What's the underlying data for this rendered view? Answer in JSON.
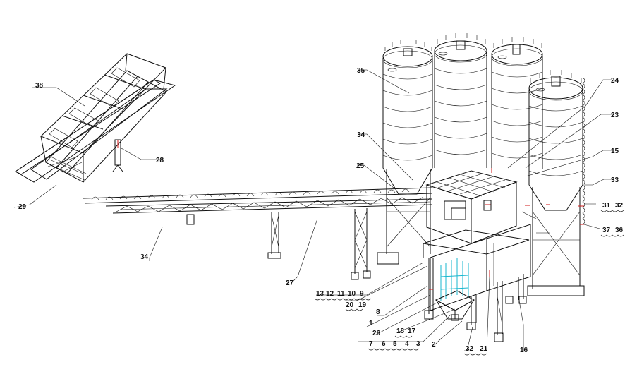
{
  "figure": {
    "callouts": {
      "c38": "38",
      "c28": "28",
      "c29": "29",
      "c34a": "34",
      "c35": "35",
      "c34b": "34",
      "c25": "25",
      "c24": "24",
      "c23": "23",
      "c15": "15",
      "c33": "33",
      "c31": "31",
      "c32a": "32",
      "c37": "37",
      "c36": "36",
      "c27": "27",
      "c13": "13",
      "c12": "12",
      "c11": "11",
      "c10": "10",
      "c9": "9",
      "c20": "20",
      "c19": "19",
      "c8": "8",
      "c1": "1",
      "c26": "26",
      "c18": "18",
      "c17": "17",
      "c7a": "7",
      "c6": "6",
      "c5": "5",
      "c4": "4",
      "c3": "3",
      "c2": "2",
      "c32b": "32",
      "c21": "21",
      "c16": "16"
    },
    "colors": {
      "line": "#111111",
      "accent_red": "#d21a1a",
      "accent_cyan": "#18b7cf"
    }
  }
}
